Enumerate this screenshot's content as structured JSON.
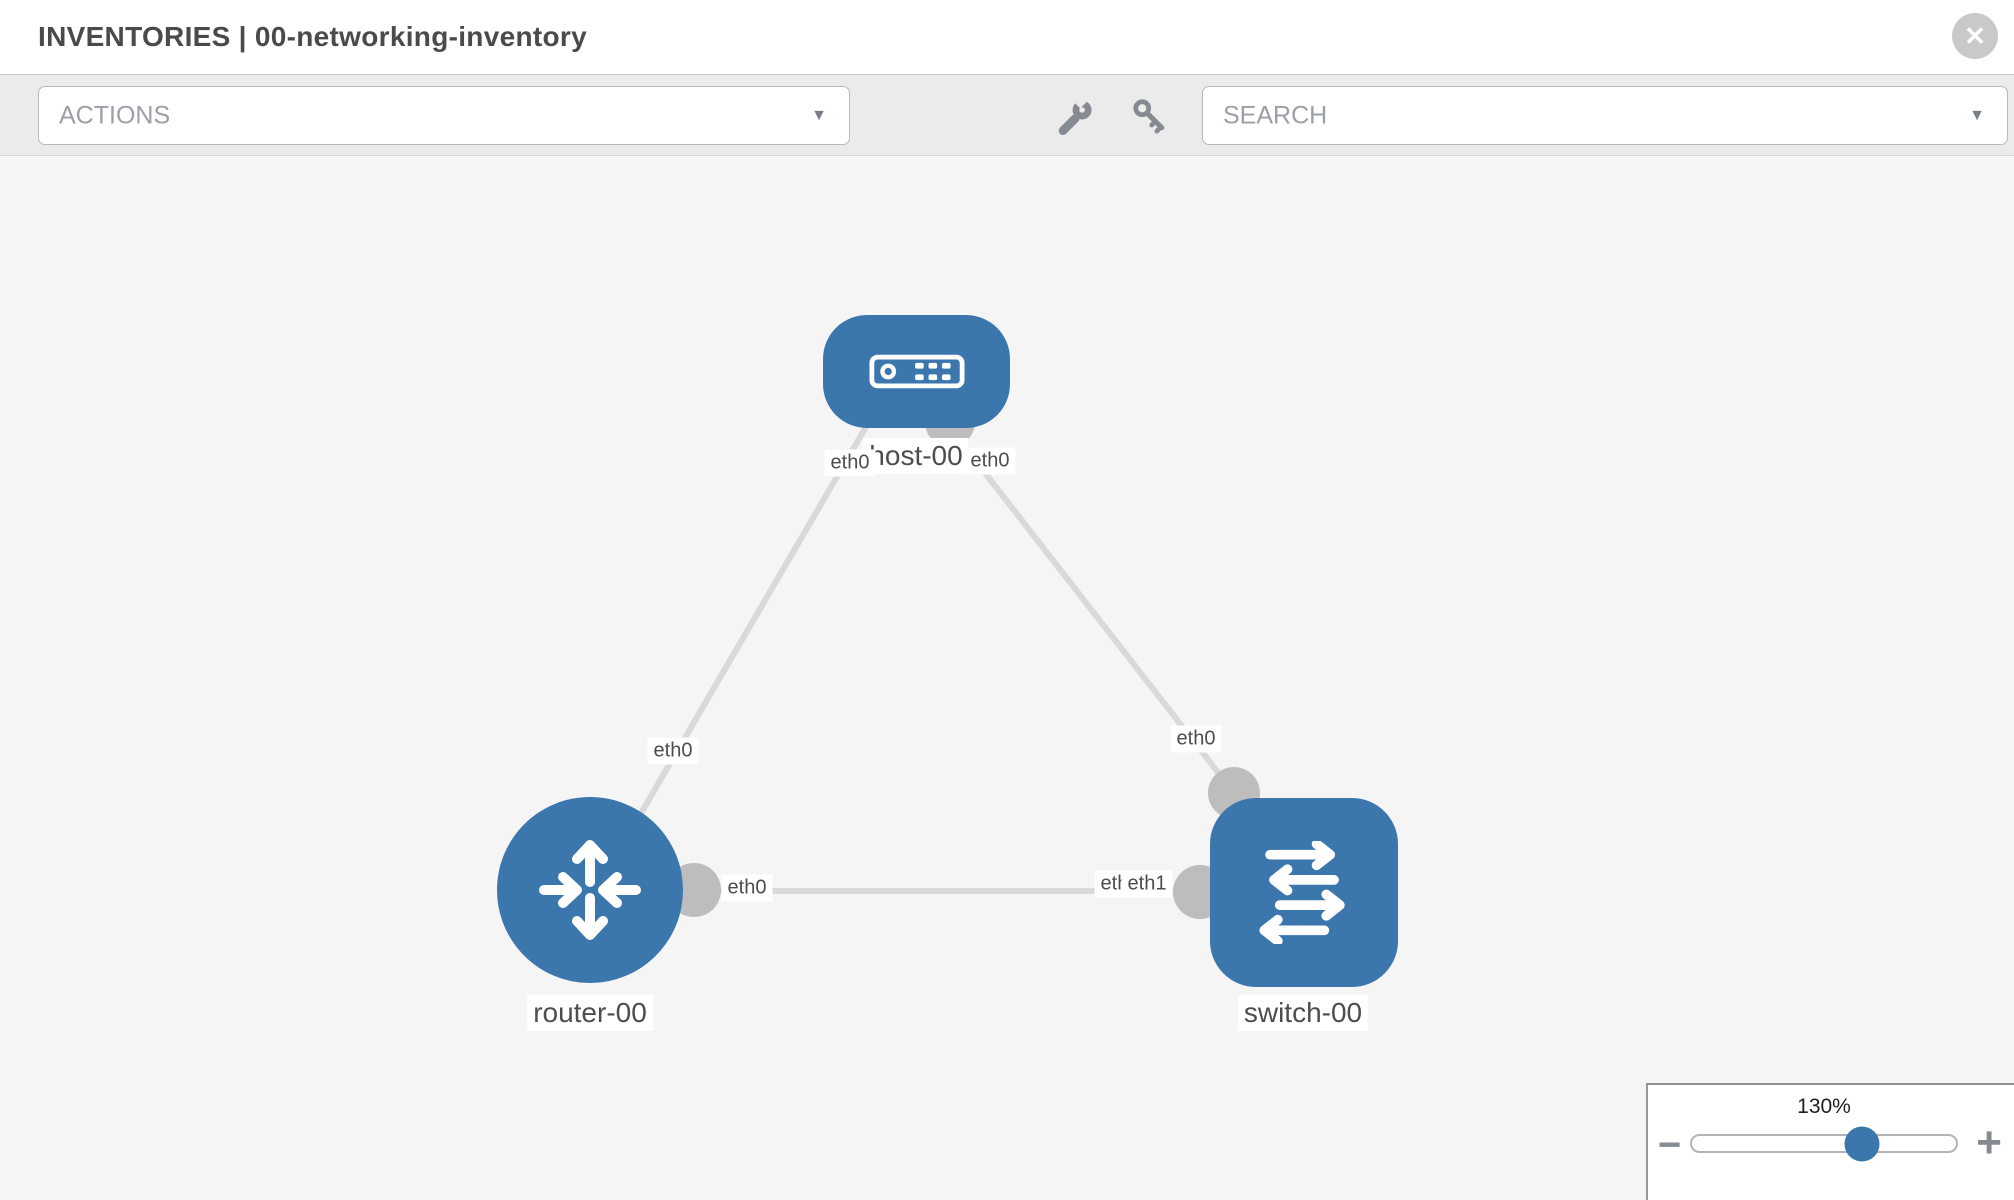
{
  "header": {
    "title": "INVENTORIES | 00-networking-inventory",
    "close_glyph": "✕"
  },
  "toolbar": {
    "actions_label": "ACTIONS",
    "search_label": "SEARCH",
    "dropdown_glyph": "▼",
    "icon_names": [
      "wrench-icon",
      "key-icon"
    ]
  },
  "colors": {
    "node_blue": "#3b76ad",
    "connector_gray": "#bdbdbd",
    "link_gray": "#d9d9d9",
    "toolbar_bg": "#ebebeb",
    "canvas_bg": "#f5f5f5"
  },
  "topology": {
    "nodes": [
      {
        "label": "host-00",
        "type": "host"
      },
      {
        "label": "router-00",
        "type": "router"
      },
      {
        "label": "switch-00",
        "type": "switch"
      }
    ],
    "links": [
      {
        "from": "host-00",
        "from_port": "eth0",
        "to": "router-00",
        "to_port": "eth0"
      },
      {
        "from": "host-00",
        "from_port": "eth0",
        "to": "switch-00",
        "to_port": "eth0"
      },
      {
        "from": "router-00",
        "from_port": "eth0",
        "to": "switch-00",
        "to_port": "eth1"
      }
    ],
    "port_labels": [
      {
        "text": "eth0",
        "position": "host-bottom-left"
      },
      {
        "text": "eth0",
        "position": "host-bottom-right"
      },
      {
        "text": "eth0",
        "position": "link-to-router"
      },
      {
        "text": "eth0",
        "position": "link-to-switch-top"
      },
      {
        "text": "eth0",
        "position": "router-right"
      },
      {
        "text": "eth0",
        "position": "switch-left-underneath"
      },
      {
        "text": "eth1",
        "position": "switch-left"
      }
    ]
  },
  "zoom_control": {
    "level": "130%",
    "minus_glyph": "−",
    "plus_glyph": "+",
    "slider_percent": 64.5
  }
}
